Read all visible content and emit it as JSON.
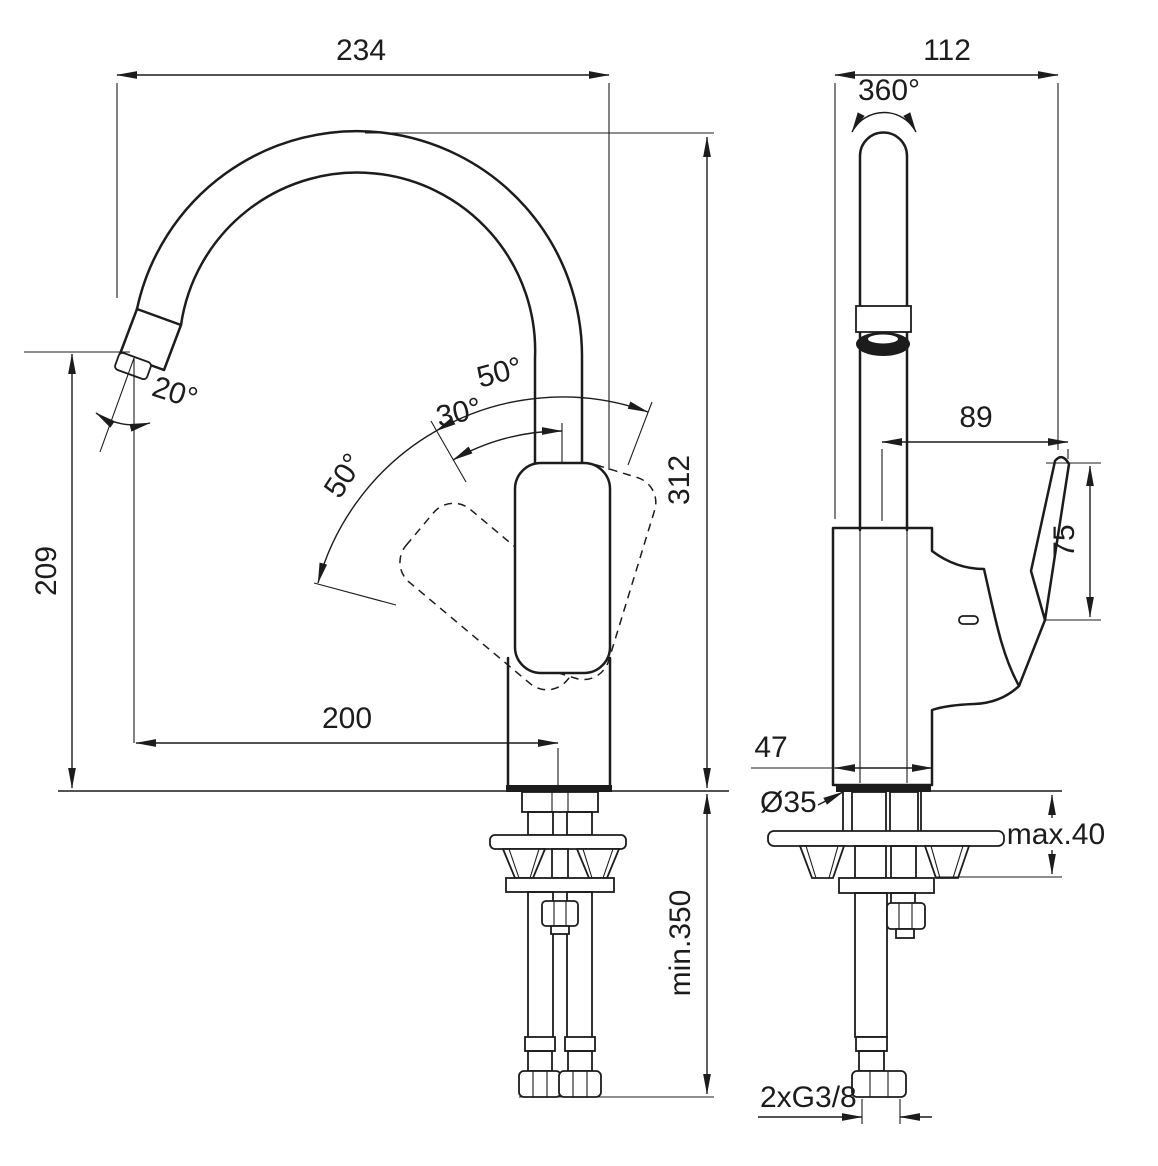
{
  "drawing": {
    "subject": "single-lever kitchen mixer tap installation drawing",
    "colors": {
      "line": "#1c1c1c",
      "background": "#ffffff"
    },
    "labels": {
      "spout_width": "234",
      "spout_height": "209",
      "total_height": "312",
      "spout_reach": "200",
      "spout_angle": "20°",
      "handle_swing_total": "50°",
      "handle_swing_open": "30°",
      "handle_swing_side": "50°",
      "hose_min_length": "min.350",
      "side_width": "112",
      "swivel_range": "360°",
      "handle_reach": "89",
      "handle_height": "75",
      "body_width": "47",
      "hole_diameter": "Ø35",
      "deck_thickness_max": "max.40",
      "connection_size": "2xG3/8"
    }
  }
}
